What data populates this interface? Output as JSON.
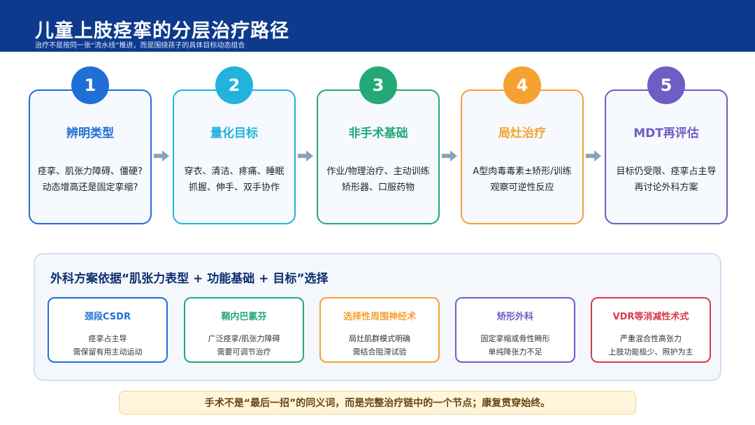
{
  "header": {
    "title": "儿童上肢痉挛的分层治疗路径",
    "subtitle": "治疗不是按同一张“流水线”推进，而是围绕孩子的具体目标动态组合"
  },
  "steps": [
    {
      "num": "1",
      "title": "辨明类型",
      "line1": "痉挛、肌张力障碍、僵硬?",
      "line2": "动态增高还是固定挛缩?",
      "color": "#1f6fd6"
    },
    {
      "num": "2",
      "title": "量化目标",
      "line1": "穿衣、清洁、疼痛、睡眠",
      "line2": "抓握、伸手、双手协作",
      "color": "#22b2dc"
    },
    {
      "num": "3",
      "title": "非手术基础",
      "line1": "作业/物理治疗、主动训练",
      "line2": "矫形器、口服药物",
      "color": "#24a878"
    },
    {
      "num": "4",
      "title": "局灶治疗",
      "line1": "A型肉毒毒素±矫形/训练",
      "line2": "观察可逆性反应",
      "color": "#f5a233"
    },
    {
      "num": "5",
      "title": "MDT再评估",
      "line1": "目标仍受限、痉挛占主导",
      "line2": "再讨论外科方案",
      "color": "#6f5cc4"
    }
  ],
  "panel": {
    "title": "外科方案依据“肌张力表型 + 功能基础 + 目标”选择",
    "cards": [
      {
        "title": "颈段CSDR",
        "line1": "痉挛占主导",
        "line2": "需保留有用主动运动",
        "color": "#1f6fd6"
      },
      {
        "title": "鞘内巴氯芬",
        "line1": "广泛痉挛/肌张力障碍",
        "line2": "需要可调节治疗",
        "color": "#24a878"
      },
      {
        "title": "选择性周围神经术",
        "line1": "局灶肌群模式明确",
        "line2": "需结合阻滞试验",
        "color": "#f5a233"
      },
      {
        "title": "矫形外科",
        "line1": "固定挛缩或骨性畸形",
        "line2": "单纯降张力不足",
        "color": "#6f5cc4"
      },
      {
        "title": "VDR等消减性术式",
        "line1": "严重混合性高张力",
        "line2": "上肢功能极少、照护为主",
        "color": "#d93a4a"
      }
    ]
  },
  "footer": {
    "text": "手术不是“最后一招”的同义词，而是完整治疗链中的一个节点；康复贯穿始终。"
  }
}
